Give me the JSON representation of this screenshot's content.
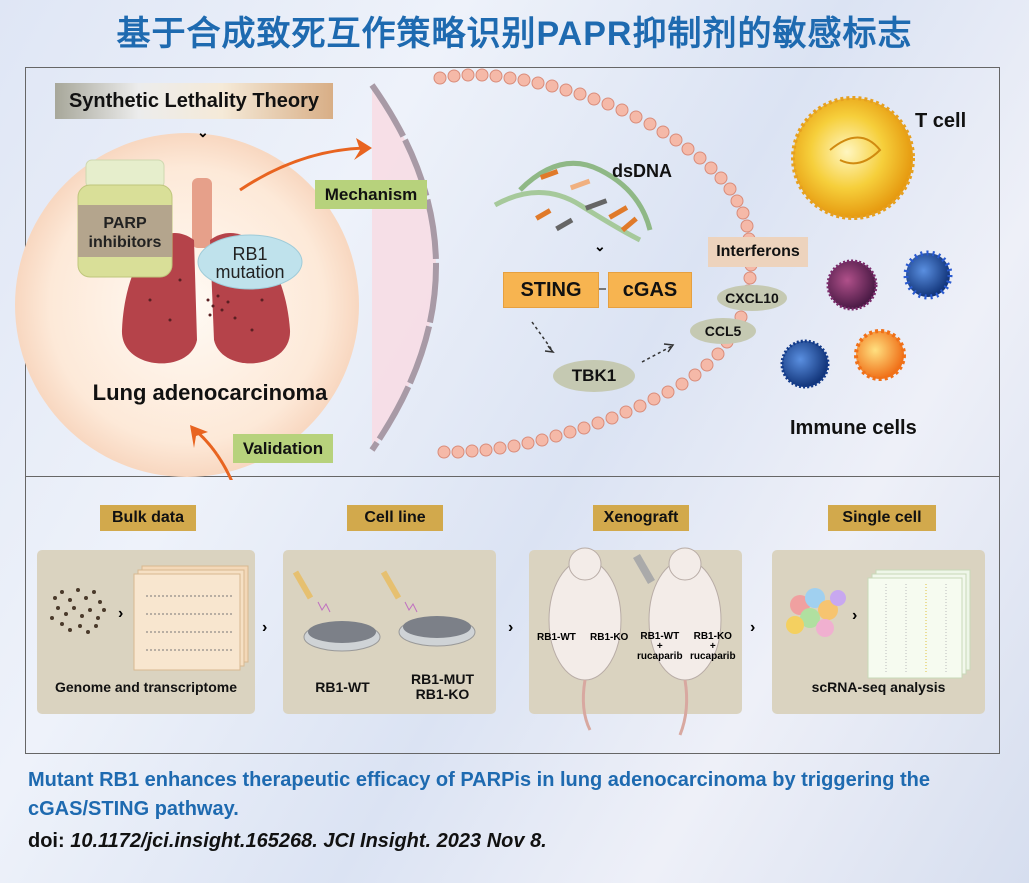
{
  "title": "基于合成致死互作策略识别PAPR抑制剂的敏感标志",
  "top": {
    "banner": "Synthetic Lethality Theory",
    "parp_label_line1": "PARP",
    "parp_label_line2": "inhibitors",
    "rb1_line1": "RB1",
    "rb1_line2": "mutation",
    "lung_label": "Lung adenocarcinoma",
    "mechanism": "Mechanism",
    "validation": "Validation",
    "dsdna": "dsDNA",
    "sting": "STING",
    "cgas": "cGAS",
    "tbk1": "TBK1",
    "interferons": "Interferons",
    "cxcl10": "CXCL10",
    "ccl5": "CCL5",
    "tcell": "T cell",
    "immune_cells": "Immune cells"
  },
  "steps": [
    {
      "label": "Bulk data",
      "caption": "Genome and transcriptome"
    },
    {
      "label": "Cell line",
      "caption1": "RB1-WT",
      "caption2a": "RB1-MUT",
      "caption2b": "RB1-KO"
    },
    {
      "label": "Xenograft",
      "m1": "RB1-WT",
      "m2": "RB1-KO",
      "m3a": "RB1-WT",
      "m3b": "+",
      "m3c": "rucaparib",
      "m4a": "RB1-KO",
      "m4b": "+",
      "m4c": "rucaparib"
    },
    {
      "label": "Single cell",
      "caption": "scRNA-seq analysis"
    }
  ],
  "footer": {
    "line1": "Mutant RB1 enhances therapeutic efficacy of PARPis in lung adenocarcinoma by triggering the cGAS/STING pathway.",
    "doi_prefix": "doi: ",
    "doi_text": "10.1172/jci.insight.165268. JCI Insight. 2023 Nov 8."
  },
  "colors": {
    "title_blue": "#1e6ab0",
    "green_tag": "#b7d27c",
    "orange_tag": "#f7b450",
    "step_label": "#d2a94c",
    "lung_red": "#b03a3a"
  }
}
